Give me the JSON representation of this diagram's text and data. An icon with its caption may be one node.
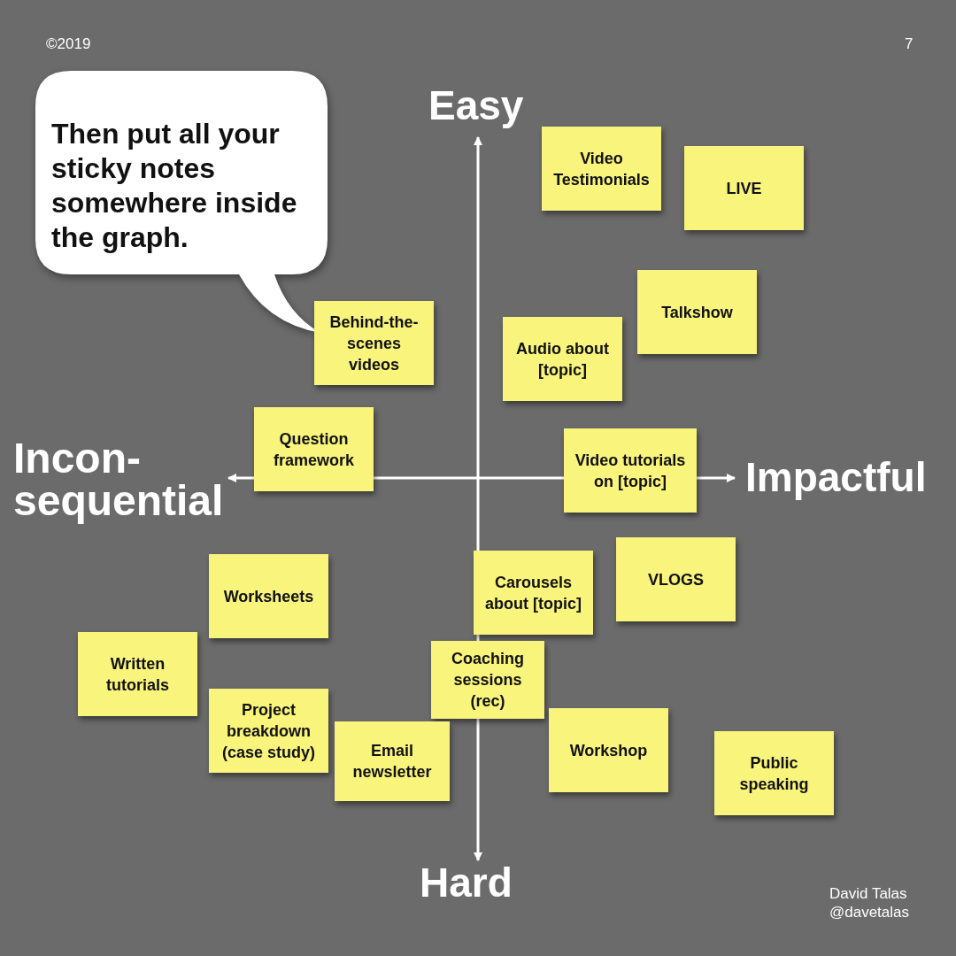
{
  "diagram": {
    "nodes": [
      {
        "text": [
          "Then put all your sticky notes somewhere inside the graph."
        ]
      },
      {
        "text": [
          "Video Testimonials"
        ]
      },
      {
        "text": [
          "LIVE"
        ]
      },
      {
        "text": [
          "Talkshow"
        ]
      },
      {
        "text": [
          "Behind-the- scenes videos"
        ]
      },
      {
        "text": [
          "Audio about [topic]"
        ]
      },
      {
        "text": [
          "Question framework"
        ]
      },
      {
        "text": [
          "Video tutorials on [topic]"
        ]
      },
      {
        "text": [
          "VLOGS"
        ]
      },
      {
        "text": [
          "Carousels about [topic]"
        ]
      },
      {
        "text": [
          "Worksheets"
        ]
      },
      {
        "text": [
          "Written tutorials"
        ]
      },
      {
        "text": [
          "Coaching sessions (rec)"
        ]
      },
      {
        "text": [
          "Project breakdown (case study)"
        ]
      },
      {
        "text": [
          "Email newsletter"
        ]
      },
      {
        "text": [
          "Workshop"
        ]
      },
      {
        "text": [
          "Public speaking"
        ]
      }
    ],
    "labels": [
      "©2019",
      "7",
      "Easy",
      "Incon- sequential",
      "Impactful",
      "Hard",
      "David Talas",
      "@davetalas"
    ]
  }
}
